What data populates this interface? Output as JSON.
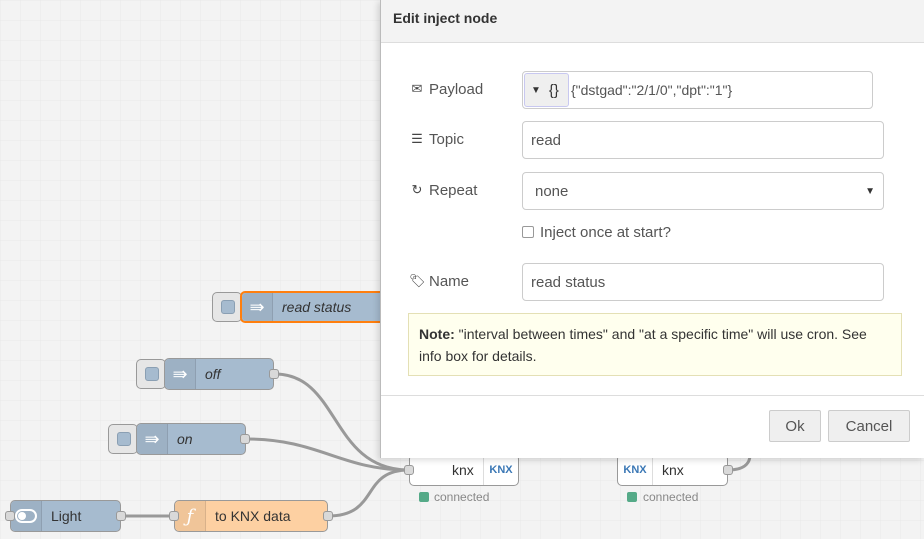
{
  "tray": {
    "title": "Edit inject node",
    "payload": {
      "label": "Payload",
      "type_symbol": "{}",
      "value": "{\"dstgad\":\"2/1/0\",\"dpt\":\"1\"}"
    },
    "topic": {
      "label": "Topic",
      "value": "read"
    },
    "repeat": {
      "label": "Repeat",
      "value": "none"
    },
    "inject_once": {
      "label": "Inject once at start?",
      "checked": false
    },
    "name": {
      "label": "Name",
      "value": "read status"
    },
    "note": {
      "prefix": "Note:",
      "text": "\"interval between times\" and \"at a specific time\" will use cron. See info box for details."
    },
    "ok_label": "Ok",
    "cancel_label": "Cancel"
  },
  "workspace": {
    "nodes": {
      "read_status": {
        "label": "read status"
      },
      "off": {
        "label": "off"
      },
      "on": {
        "label": "on"
      },
      "light": {
        "label": "Light"
      },
      "to_knx": {
        "label": "to KNX data"
      },
      "knx_out": {
        "label": "knx",
        "badge": "KNX",
        "status": "connected"
      },
      "knx_in": {
        "label": "knx",
        "badge": "KNX",
        "status": "connected"
      }
    }
  },
  "colors": {
    "inject_node": "#a6bbcf",
    "function_node": "#fdd0a2",
    "knx_node": "#ffffff",
    "selected_outline": "#ff7f0e",
    "status_connected": "#5a8"
  }
}
